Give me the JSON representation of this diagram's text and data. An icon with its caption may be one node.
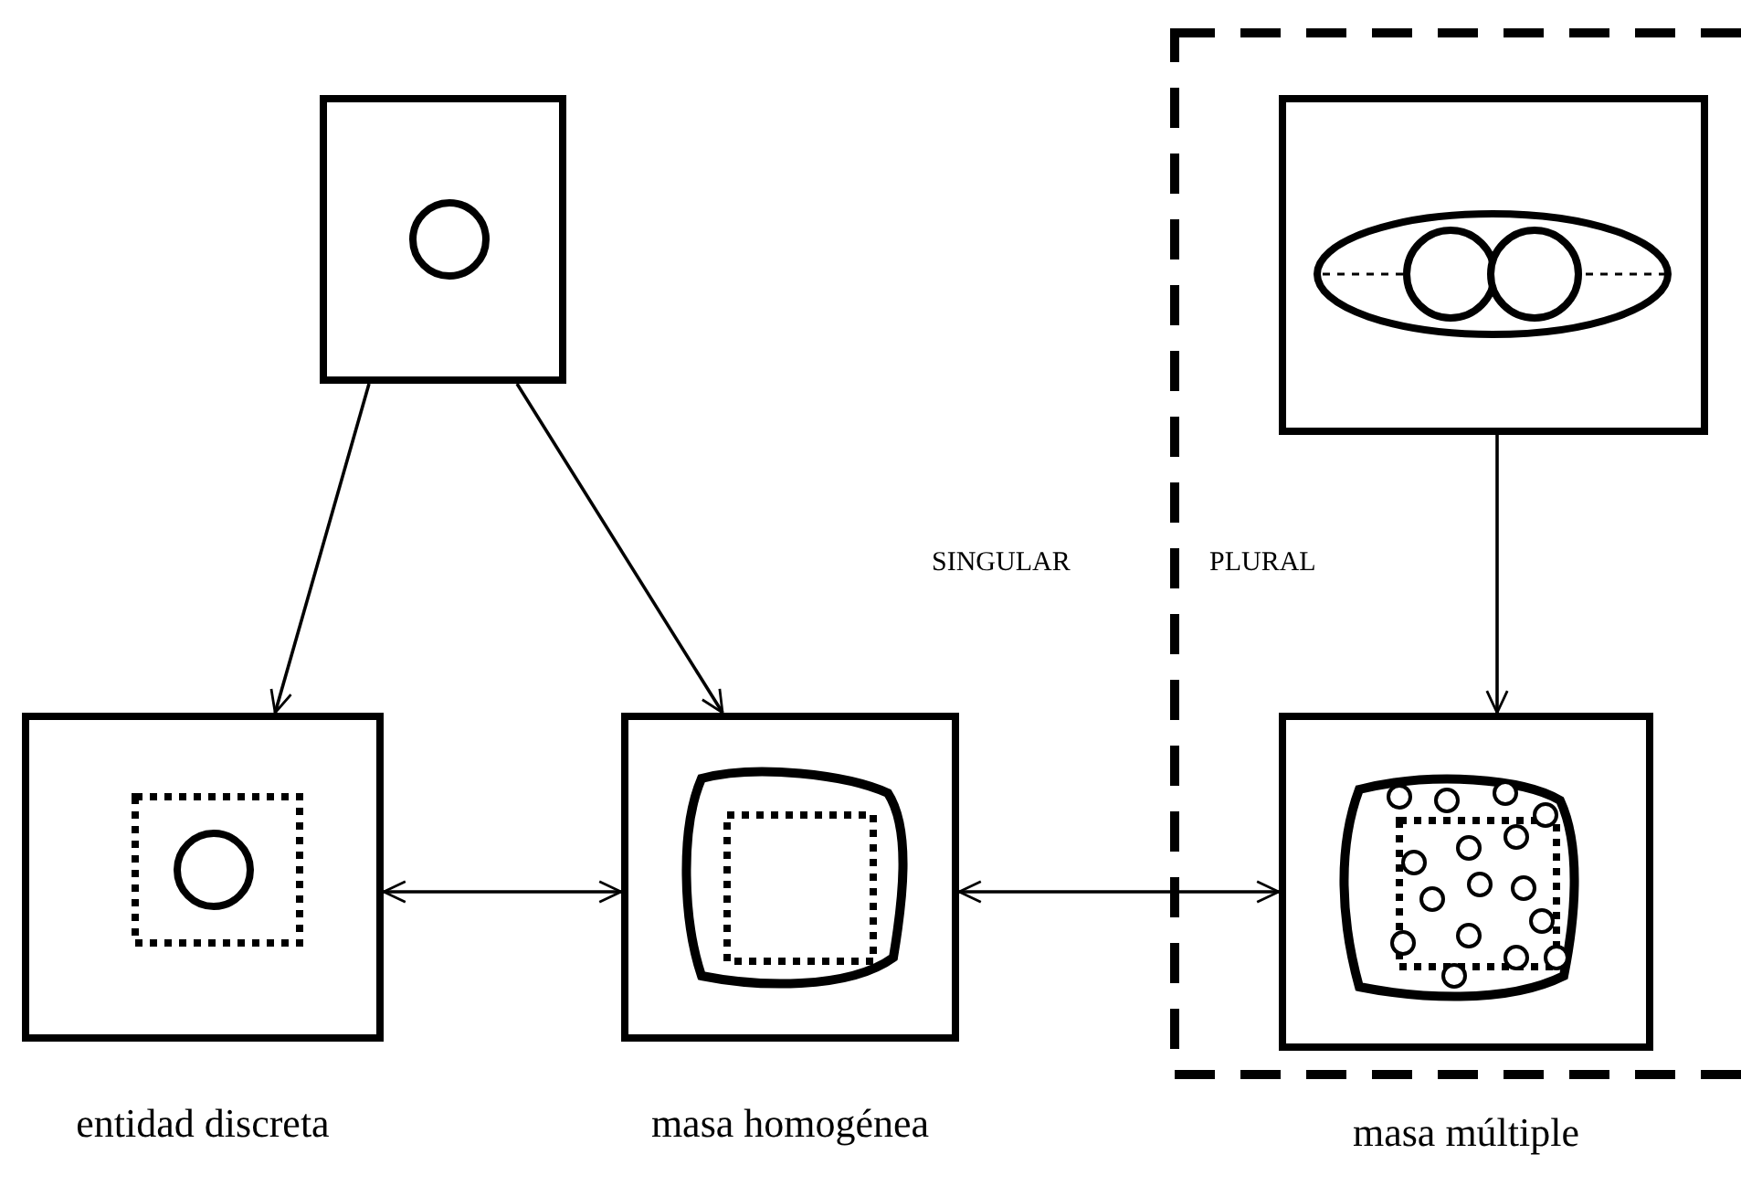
{
  "diagram": {
    "nodes": [
      {
        "text": [],
        "shape": "box"
      },
      {
        "text": [],
        "shape": "box"
      },
      {
        "text": [],
        "shape": "box",
        "beside": [
          "entidad discreta"
        ]
      },
      {
        "text": [],
        "shape": "box",
        "beside": [
          "masa homogénea"
        ]
      },
      {
        "text": [],
        "shape": "box",
        "beside": [
          "masa múltiple"
        ]
      }
    ],
    "edges": [
      {
        "from": 0,
        "to": 2,
        "arrow": "to"
      },
      {
        "from": 0,
        "to": 3,
        "arrow": "to"
      },
      {
        "from": 2,
        "to": 3,
        "arrow": "both"
      },
      {
        "from": 3,
        "to": 4,
        "arrow": "both"
      },
      {
        "from": 1,
        "to": 4,
        "arrow": "to"
      }
    ],
    "labels": [
      "SINGULAR",
      "PLURAL"
    ]
  }
}
